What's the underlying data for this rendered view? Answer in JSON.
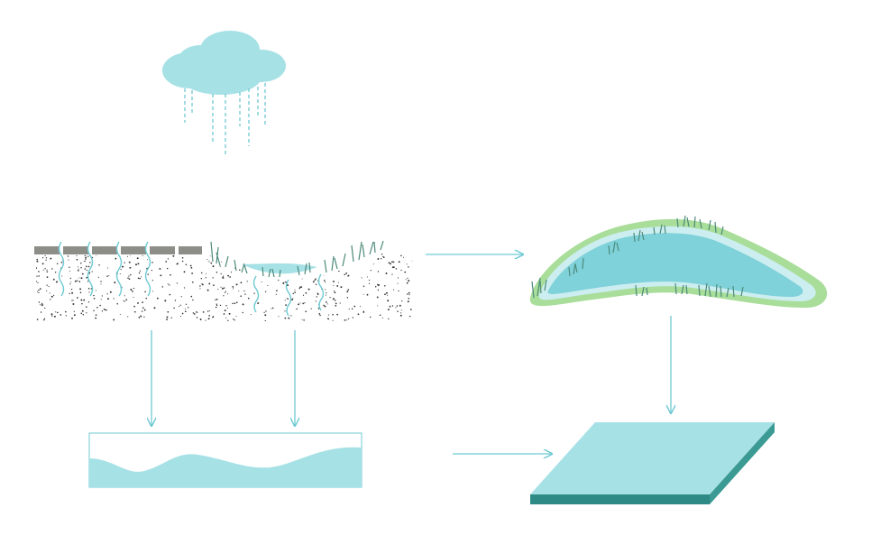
{
  "diagram": {
    "type": "stormwater-process-diagram",
    "nodes": [
      {
        "id": "rain-cloud",
        "icon": "rain-cloud-icon"
      },
      {
        "id": "ground-section",
        "icon": "permeable-paving-and-bioswale-section"
      },
      {
        "id": "retention-pond",
        "icon": "vegetated-pond-icon"
      },
      {
        "id": "groundwater-profile",
        "icon": "groundwater-wave-profile"
      },
      {
        "id": "water-slab",
        "icon": "water-table-slab-icon"
      }
    ],
    "connections": [
      {
        "from": "ground-section",
        "to": "retention-pond"
      },
      {
        "from": "ground-section",
        "to": "groundwater-profile"
      },
      {
        "from": "groundwater-profile",
        "to": "water-slab"
      },
      {
        "from": "retention-pond",
        "to": "water-slab"
      }
    ]
  },
  "colors": {
    "water": "#a6e1e6",
    "water_deep": "#7fd2da",
    "arrow": "#6fcad3",
    "grass": "#4d8a7a",
    "pond_rim": "#a9dd9a",
    "pavement": "#8e8e89",
    "slab_top": "#a6e1e6",
    "slab_edge": "#2e8a84",
    "soil_dots": "#333333"
  }
}
